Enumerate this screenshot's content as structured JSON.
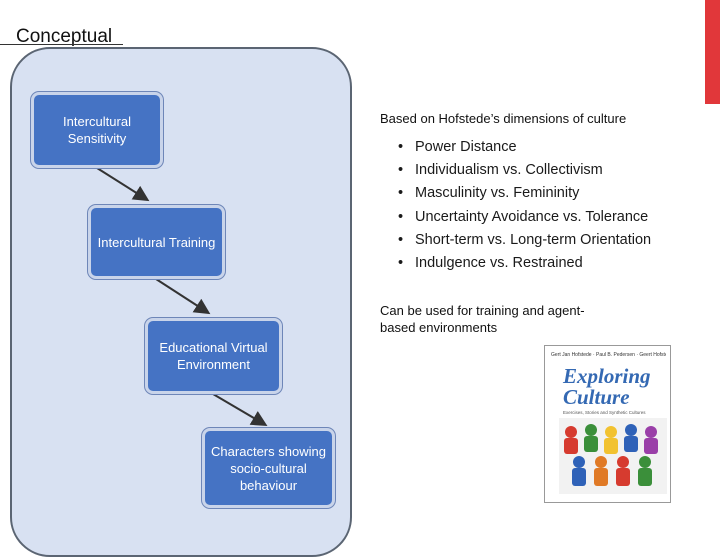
{
  "slide": {
    "title": "Conceptual"
  },
  "flow": {
    "nodes": [
      {
        "label": "Intercultural Sensitivity"
      },
      {
        "label": "Intercultural Training"
      },
      {
        "label": "Educational Virtual Environment"
      },
      {
        "label": "Characters showing socio-cultural behaviour"
      }
    ]
  },
  "dimensions": {
    "heading": "Based on Hofstede’s dimensions of culture",
    "items": [
      "Power Distance",
      "Individualism vs. Collectivism",
      "Masculinity vs. Femininity",
      "Uncertainty Avoidance vs. Tolerance",
      "Short-term vs. Long-term Orientation",
      "Indulgence vs. Restrained"
    ]
  },
  "usage_note": {
    "text": "Can be used for training and agent-based environments"
  },
  "book": {
    "authors": "Gert Jan Hofstede · Paul B. Pedersen · Geert Hofstede",
    "title": "Exploring Culture",
    "subtitle": "Exercises, Stories and Synthetic Cultures"
  },
  "colors": {
    "accent_red": "#e1373a",
    "node_blue": "#4573c4",
    "panel_bg": "#d8e1f2"
  }
}
